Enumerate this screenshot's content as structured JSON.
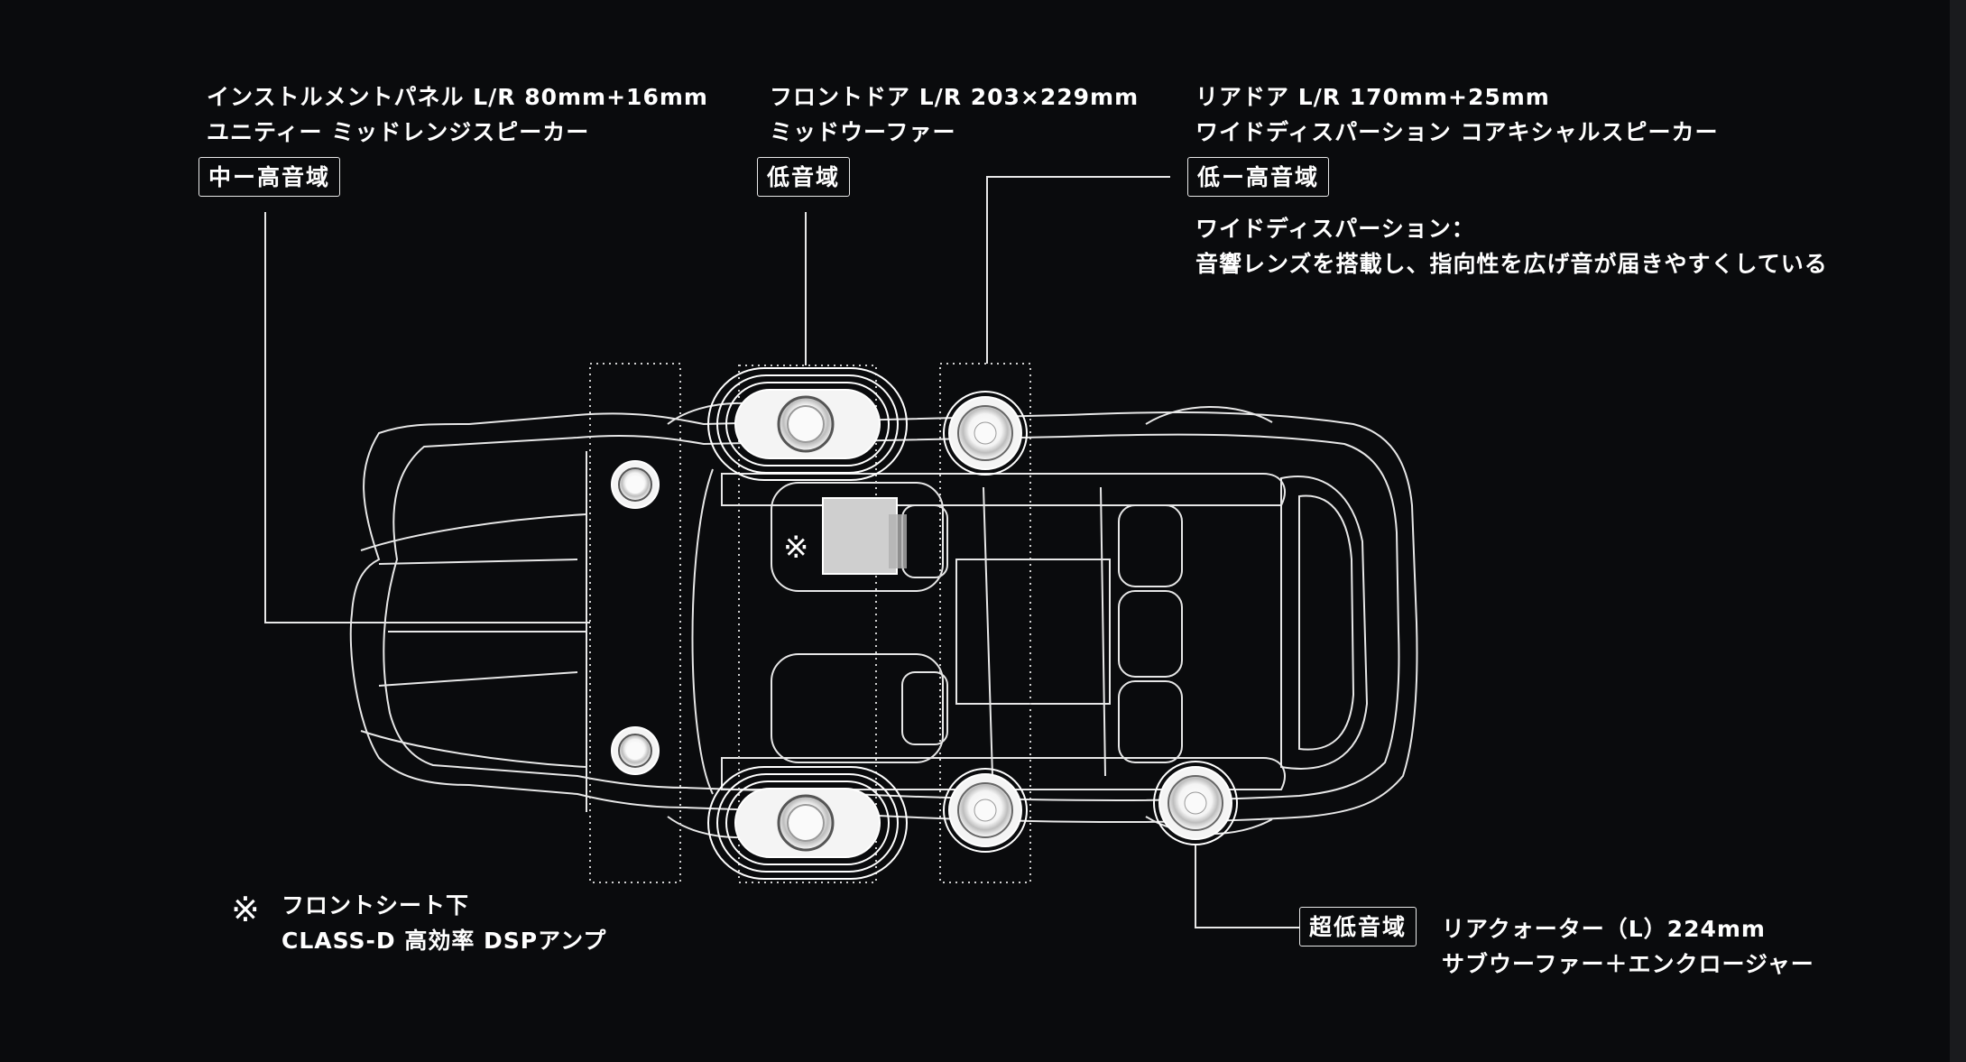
{
  "callouts": {
    "instrument_panel": {
      "line1": "インストルメントパネル L/R  80mm+16mm",
      "line2": "ユニティー ミッドレンジスピーカー",
      "range": "中ー高音域"
    },
    "front_door": {
      "line1": "フロントドア L/R  203×229mm",
      "line2": "ミッドウーファー",
      "range": "低音域"
    },
    "rear_door": {
      "line1": "リアドア L/R  170mm+25mm",
      "line2": "ワイドディスパーション コアキシャルスピーカー",
      "range": "低ー高音域",
      "note_line1": "ワイドディスパーション：",
      "note_line2": "音響レンズを搭載し、指向性を広げ音が届きやすくしている"
    },
    "subwoofer": {
      "range": "超低音域",
      "line1": "リアクォーター（L）224mm",
      "line2": "サブウーファー＋エンクロージャー"
    },
    "amp_note": {
      "mark": "※",
      "line1": "フロントシート下",
      "line2": "CLASS-D 高効率  DSPアンプ"
    }
  },
  "diagram": {
    "amp_marker": "※",
    "colors": {
      "background": "#0a0b0d",
      "line": "#ffffff",
      "speaker_fill": "#f2f2f2"
    }
  }
}
